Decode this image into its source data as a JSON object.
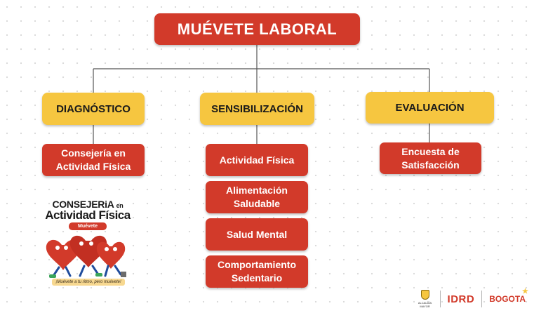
{
  "diagram": {
    "title": "MUÉVETE LABORAL",
    "columns": [
      {
        "header": "DIAGNÓSTICO",
        "items": [
          "Consejería en Actividad Física"
        ]
      },
      {
        "header": "SENSIBILIZACIÓN",
        "items": [
          "Actividad Física",
          "Alimentación Saludable",
          "Salud Mental",
          "Comportamiento Sedentario"
        ]
      },
      {
        "header": "EVALUACIÓN",
        "items": [
          "Encuesta de Satisfacción"
        ]
      }
    ]
  },
  "logo": {
    "line1": "CONSEJERiA",
    "line1_small": "en",
    "line2": "Actividad Física",
    "badge": "Muévete Bogotá",
    "tagline": "¡Muévete a tu ritmo, pero muévete!"
  },
  "footer": {
    "alcaldia": "ALCALDÍA MAYOR",
    "idrd": "IDRD",
    "bogota": "BOGOTA"
  },
  "colors": {
    "red": "#d23a2a",
    "yellow": "#f6c640",
    "line": "#555555"
  }
}
